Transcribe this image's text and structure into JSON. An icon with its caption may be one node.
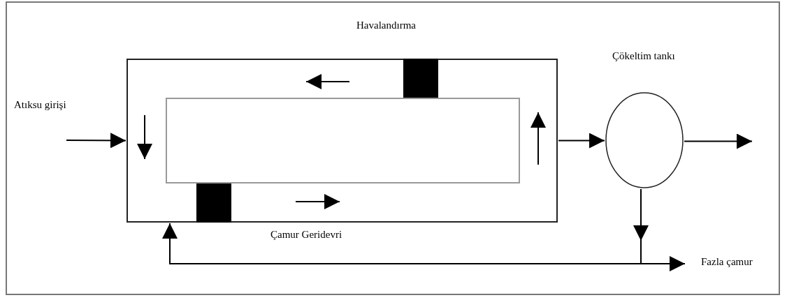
{
  "diagram": {
    "nodes": [
      {
        "text": [
          "Atıksu girişi"
        ]
      },
      {
        "text": [],
        "shape": "box"
      },
      {
        "text": [],
        "shape": "box",
        "in": 1
      },
      {
        "text": [],
        "shape": "bar",
        "in": 1,
        "beside": [
          "Havalandırma"
        ]
      },
      {
        "text": [],
        "shape": "bar",
        "in": 1
      },
      {
        "text": [
          "Çökeltim tankı"
        ]
      },
      {
        "text": [
          "Fazla çamur"
        ]
      }
    ],
    "edges": [
      {
        "from": 0,
        "to": 1,
        "arrow": "to"
      },
      {
        "from": 1,
        "to": 5,
        "arrow": "to"
      },
      {
        "from": 5,
        "to": null,
        "arrow": "to"
      },
      {
        "from": 5,
        "to": 1,
        "arrow": "to",
        "label": "Çamur Geridevri"
      },
      {
        "from": 5,
        "to": 6,
        "arrow": "to"
      }
    ]
  }
}
